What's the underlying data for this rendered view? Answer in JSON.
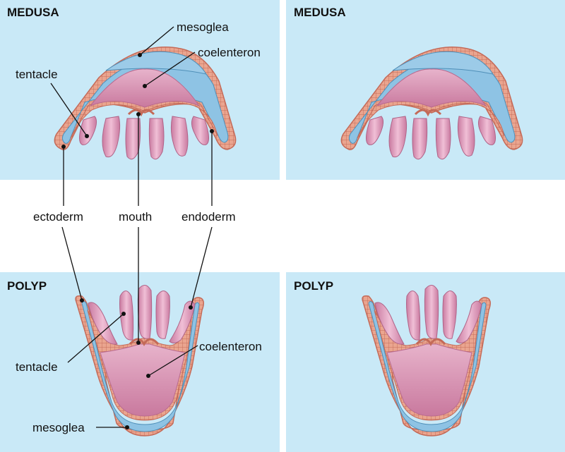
{
  "panels": {
    "medusa_labeled": {
      "title": "MEDUSA"
    },
    "medusa_plain": {
      "title": "MEDUSA"
    },
    "polyp_labeled": {
      "title": "POLYP"
    },
    "polyp_plain": {
      "title": "POLYP"
    }
  },
  "medusa_labels": {
    "mesoglea": "mesoglea",
    "coelenteron": "coelenteron",
    "tentacle": "tentacle"
  },
  "shared_labels": {
    "ectoderm": "ectoderm",
    "mouth": "mouth",
    "endoderm": "endoderm"
  },
  "polyp_labels": {
    "coelenteron": "coelenteron",
    "tentacle": "tentacle",
    "mesoglea": "mesoglea"
  },
  "colors": {
    "panel_bg": "#c9e9f7",
    "ectoderm": "#e9a48e",
    "ectoderm_cells": "#c9705e",
    "mesoglea": "#8ec3e4",
    "endoderm_tissue": "#e8a9bd",
    "coelenteron": "#dc93b4",
    "tentacle": "#df9cc0"
  }
}
